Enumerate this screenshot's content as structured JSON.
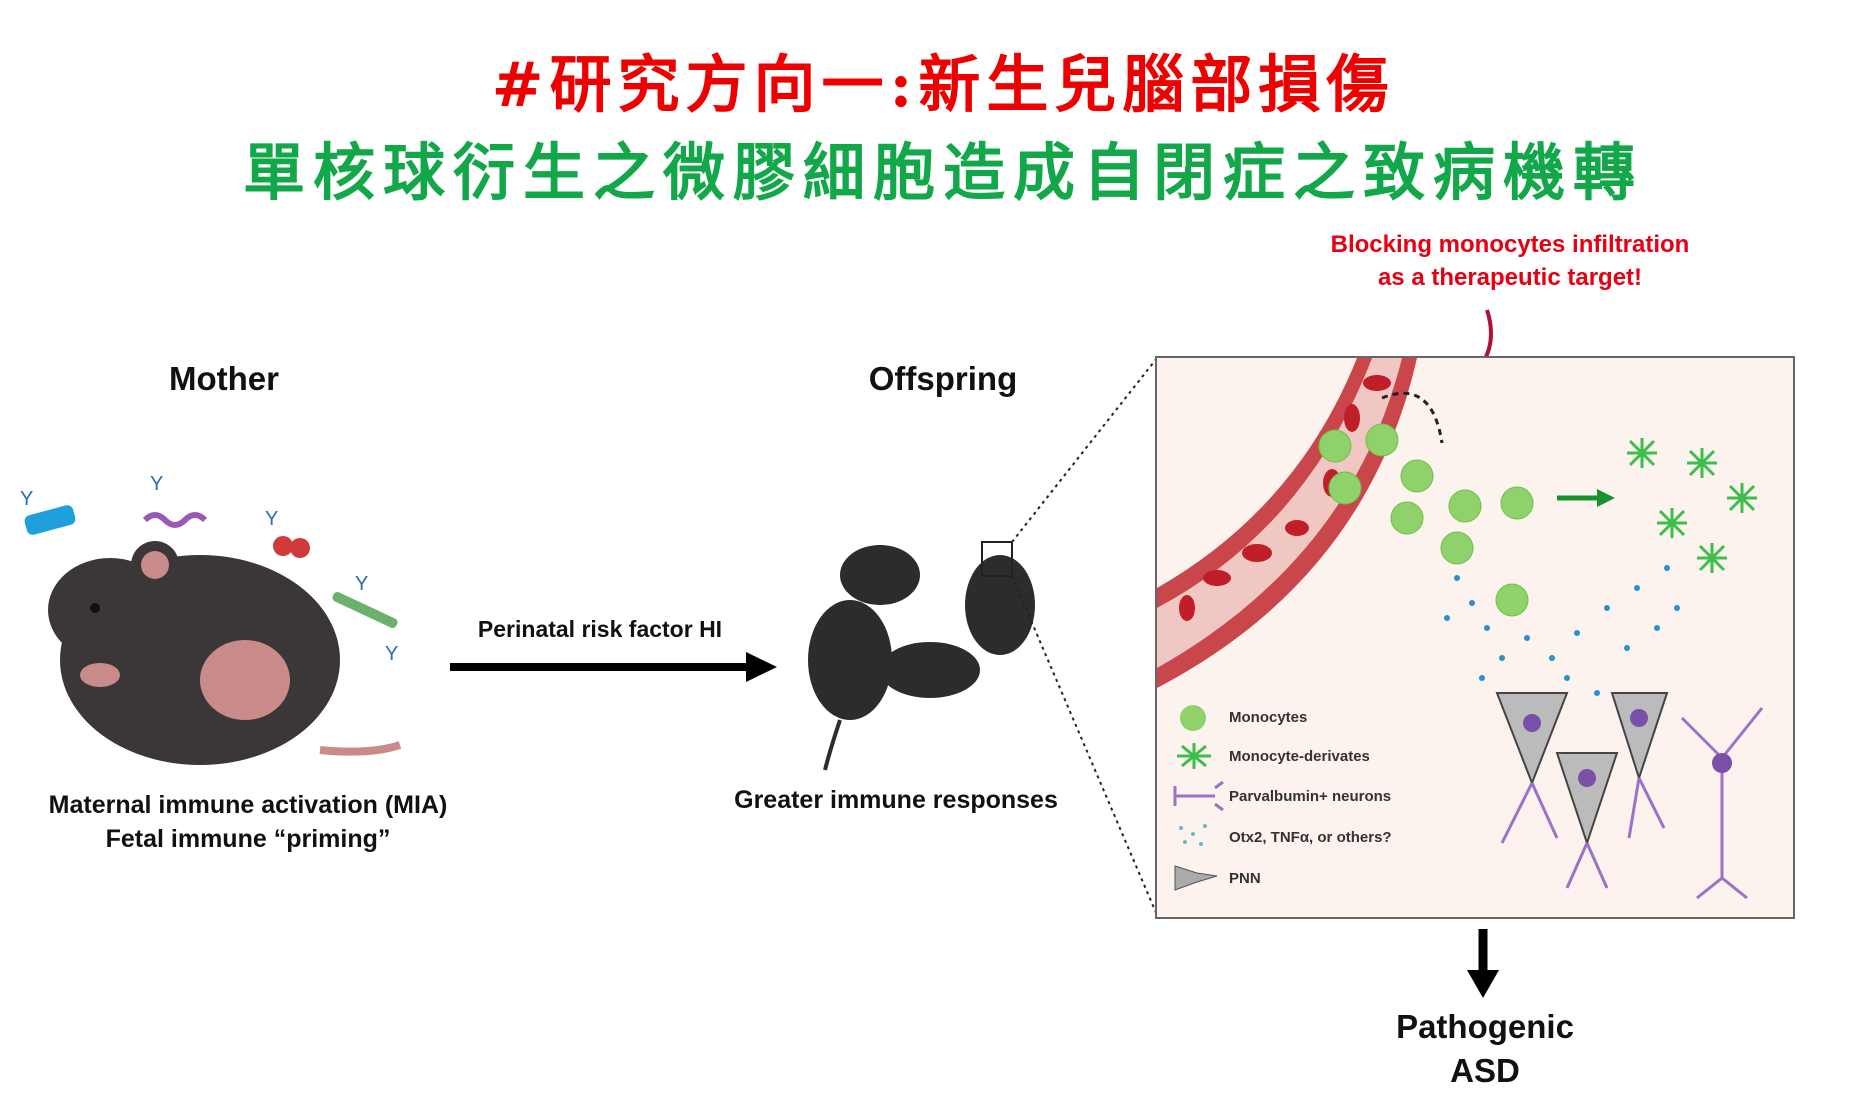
{
  "title": {
    "line1": "#研究方向一:新生兒腦部損傷",
    "line2": "單核球衍生之微膠細胞造成自閉症之致病機轉"
  },
  "callout": {
    "line1": "Blocking monocytes infiltration",
    "line2": "as a therapeutic target!"
  },
  "mother": {
    "heading": "Mother",
    "caption1": "Maternal immune activation (MIA)",
    "caption2": "Fetal immune “priming”"
  },
  "arrow_label": "Perinatal risk factor HI",
  "offspring": {
    "heading": "Offspring",
    "caption": "Greater immune responses"
  },
  "legend": [
    {
      "label": "Monocytes",
      "icon": "monocyte-icon"
    },
    {
      "label": "Monocyte-derivates",
      "icon": "microglia-icon"
    },
    {
      "label": "Parvalbumin+ neurons",
      "icon": "neuron-icon"
    },
    {
      "label": "Otx2,  TNFα, or others?",
      "icon": "dots-icon"
    },
    {
      "label": "PNN",
      "icon": "pnn-icon"
    }
  ],
  "outcome": {
    "line1": "Pathogenic",
    "line2": "ASD"
  },
  "colors": {
    "title_red": "#ee0000",
    "title_green": "#12a84a",
    "monocyte": "#8fd16a",
    "vessel": "#c9474b"
  }
}
